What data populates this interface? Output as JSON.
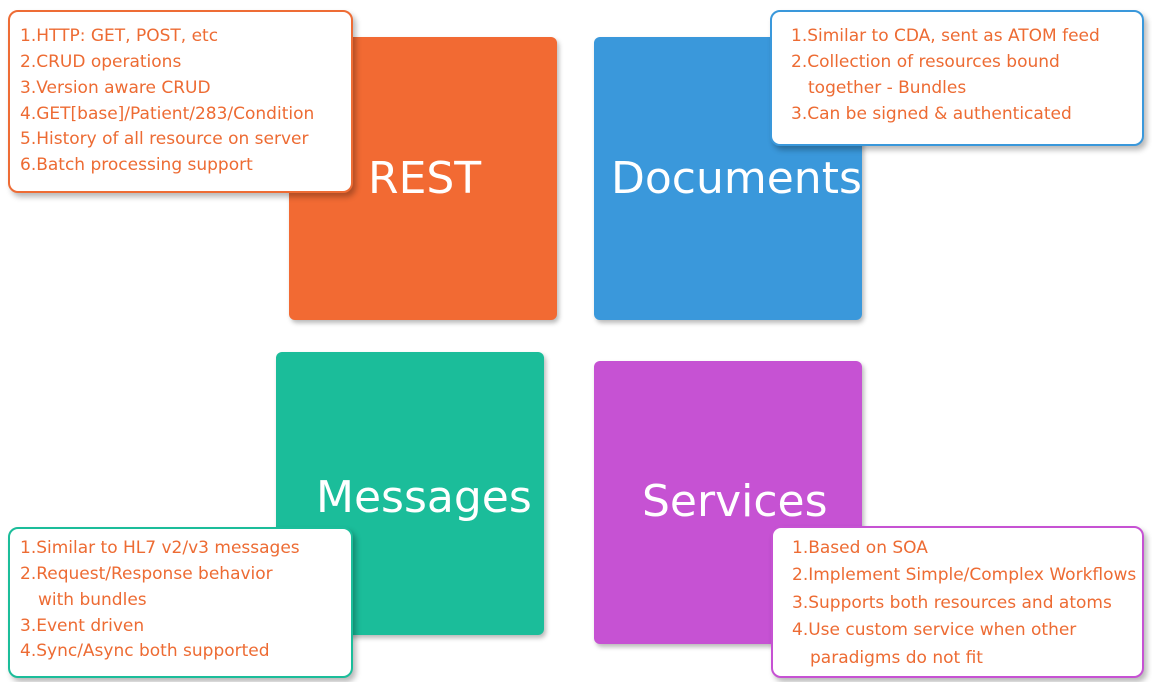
{
  "colors": {
    "rest": "#f26a33",
    "documents": "#3a98db",
    "messages": "#1bbd9a",
    "services": "#c652d3",
    "item_text": "#ed6b33"
  },
  "rest": {
    "label": "REST",
    "items": [
      "1.HTTP: GET, POST, etc",
      "2.CRUD operations",
      "3.Version aware CRUD",
      "4.GET[base]/Patient/283/Condition",
      "5.History of all resource on server",
      "6.Batch processing support"
    ]
  },
  "documents": {
    "label": "Documents",
    "items": [
      "1.Similar to CDA, sent as ATOM feed",
      "2.Collection of resources bound",
      "together - Bundles",
      "3.Can be signed & authenticated"
    ]
  },
  "messages": {
    "label": "Messages",
    "items": [
      "1.Similar to HL7 v2/v3 messages",
      "2.Request/Response behavior",
      "with bundles",
      "3.Event driven",
      "4.Sync/Async both supported"
    ]
  },
  "services": {
    "label": "Services",
    "items": [
      "1.Based on SOA",
      "2.Implement Simple/Complex Workflows",
      "3.Supports both resources and atoms",
      "4.Use custom service when other",
      "paradigms do not fit"
    ]
  }
}
